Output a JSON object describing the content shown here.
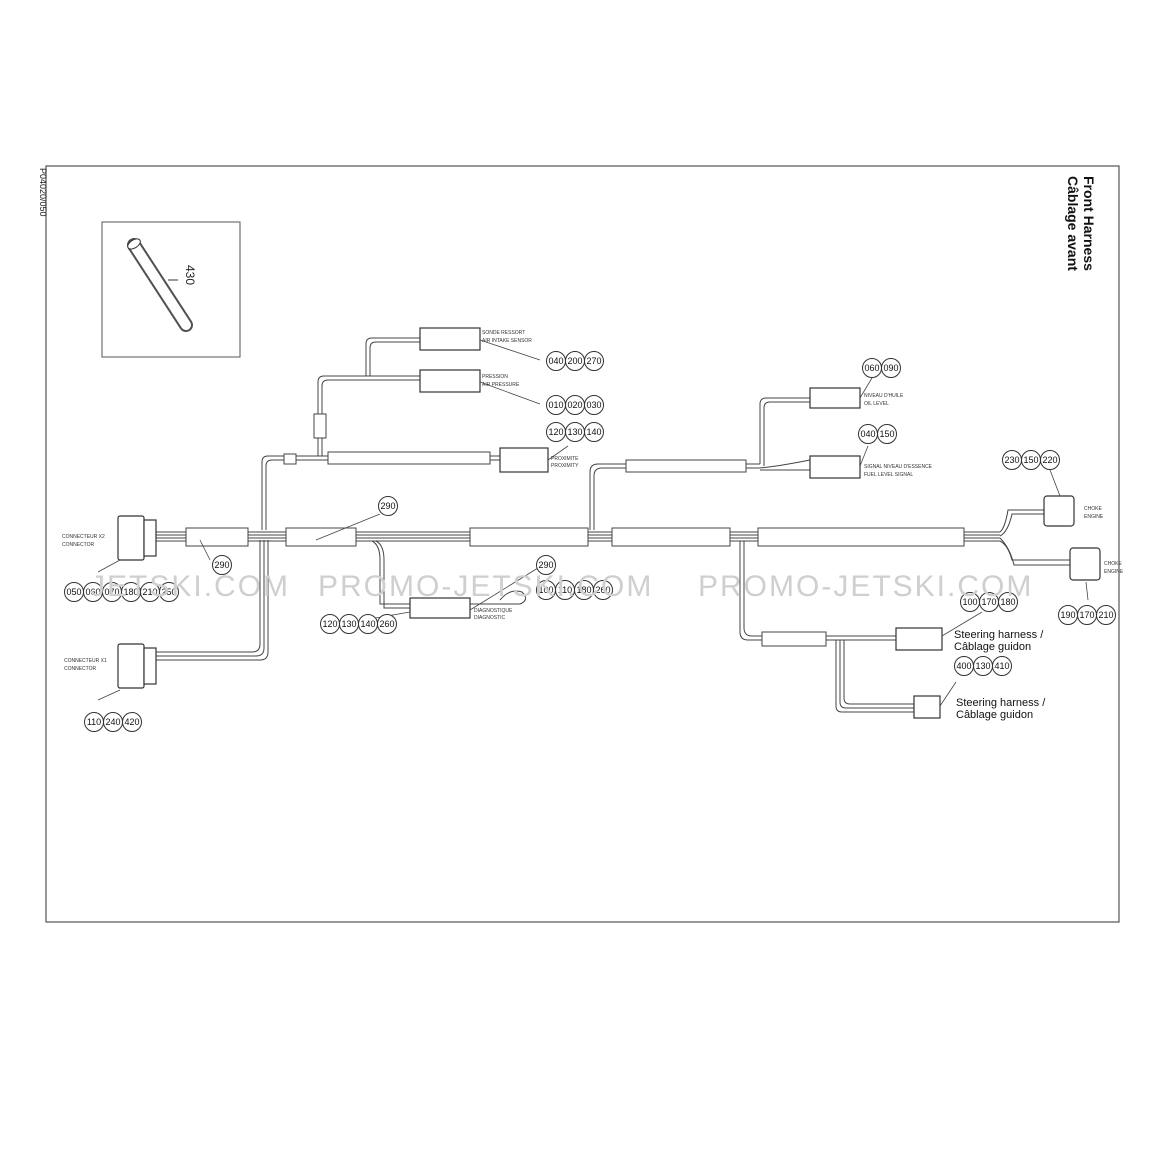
{
  "title": "Front Harness",
  "subtitle": "Câblage avant",
  "ref_code": "P04020/050",
  "watermarks": [
    "PROMO-JETSKI.COM",
    "PROMO-JETSKI.COM",
    "JETSKI.COM"
  ],
  "accessory_part": "430",
  "bubble_groups": [
    {
      "id": "g-040-200-270",
      "parts": [
        "040",
        "200",
        "270"
      ]
    },
    {
      "id": "g-010-020-030",
      "parts": [
        "010",
        "020",
        "030"
      ]
    },
    {
      "id": "g-120-130-140-top",
      "parts": [
        "120",
        "130",
        "140"
      ]
    },
    {
      "id": "g-060-090",
      "parts": [
        "060",
        "090"
      ]
    },
    {
      "id": "g-040-150",
      "parts": [
        "040",
        "150"
      ]
    },
    {
      "id": "g-230-150-220",
      "parts": [
        "230",
        "150",
        "220"
      ]
    },
    {
      "id": "g-290-right",
      "parts": [
        "290"
      ]
    },
    {
      "id": "g-290-left",
      "parts": [
        "290"
      ]
    },
    {
      "id": "g-290-mid",
      "parts": [
        "290"
      ]
    },
    {
      "id": "g-050-row",
      "parts": [
        "050",
        "060",
        "070",
        "180",
        "210",
        "250"
      ]
    },
    {
      "id": "g-110-240-420",
      "parts": [
        "110",
        "240",
        "420"
      ]
    },
    {
      "id": "g-120-130-140-260",
      "parts": [
        "120",
        "130",
        "140",
        "260"
      ]
    },
    {
      "id": "g-100-110-180-260",
      "parts": [
        "100",
        "110",
        "180",
        "260"
      ]
    },
    {
      "id": "g-100-170-180",
      "parts": [
        "100",
        "170",
        "180"
      ]
    },
    {
      "id": "g-400-130-410",
      "parts": [
        "400",
        "130",
        "410"
      ]
    },
    {
      "id": "g-190-170-210",
      "parts": [
        "190",
        "170",
        "210"
      ]
    }
  ],
  "labels": {
    "steering_a_1": "Steering harness /",
    "steering_a_2": "Câblage guidon",
    "steering_b_1": "Steering harness /",
    "steering_b_2": "Câblage guidon",
    "connector_x2_1": "CONNECTEUR X2",
    "connector_x2_2": "CONNECTOR",
    "connector_x1_1": "CONNECTEUR X1",
    "connector_x1_2": "CONNECTOR",
    "sensor_top_1": "SONDE RESSORT",
    "sensor_top_2": "AIR INTAKE SENSOR",
    "sensor_mid_1": "PRESSION",
    "sensor_mid_2": "AIR PRESSURE",
    "key_1": "PROXIMITE",
    "key_2": "PROXIMITY",
    "oil_1": "NIVEAU D'HUILE",
    "oil_2": "OIL LEVEL",
    "fuel_1": "SIGNAL NIVEAU D'ESSENCE",
    "fuel_2": "FUEL LEVEL SIGNAL",
    "diag_1": "DIAGNOSTIQUE",
    "diag_2": "DIAGNOSTIC",
    "right_top_1": "CHOKE",
    "right_top_2": "ENGINE",
    "right_bot_1": "CHOKE",
    "right_bot_2": "ENGINE"
  },
  "colors": {
    "line": "#444444",
    "watermark": "#cfcfcf",
    "frame": "#555555"
  }
}
